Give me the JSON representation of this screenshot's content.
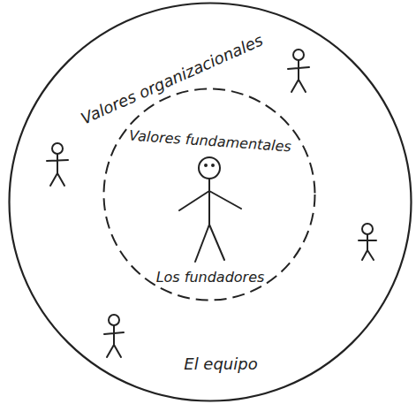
{
  "diagram": {
    "nodes": [
      {
        "text": [
          "Valores organizacionales",
          "El equipo"
        ]
      },
      {
        "text": [
          "Valores fundamentales",
          "Los fundadores"
        ],
        "in": 0
      }
    ]
  }
}
